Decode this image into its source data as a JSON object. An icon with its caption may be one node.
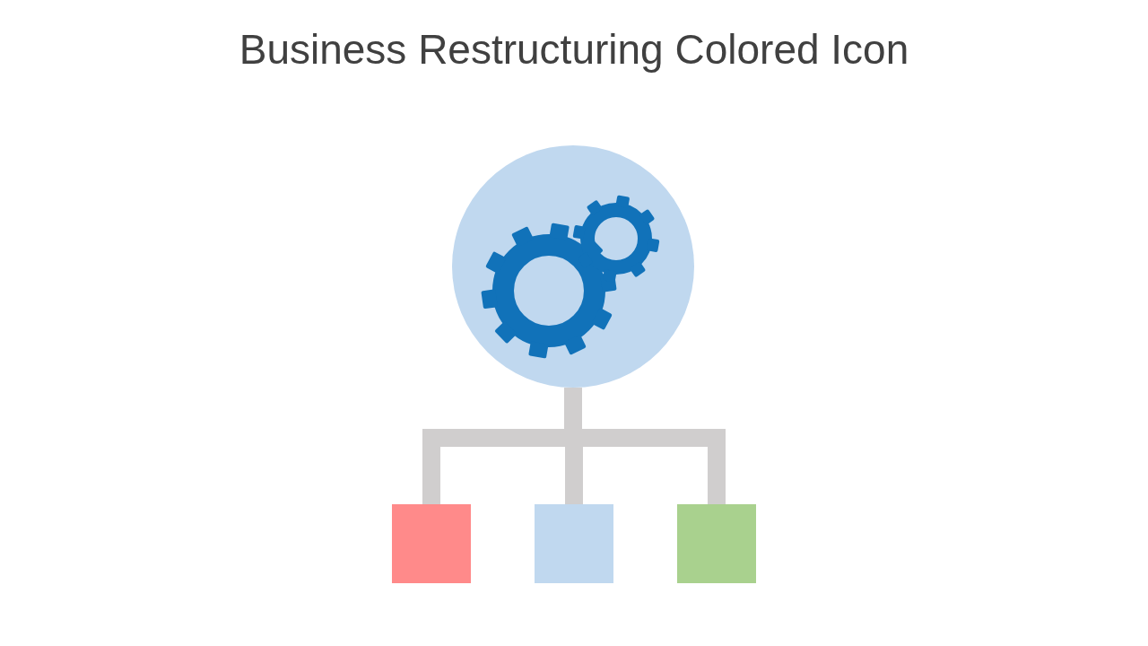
{
  "diagram": {
    "title": "Business Restructuring Colored Icon",
    "nodes": [
      {
        "text": [],
        "shape": "circle"
      },
      {
        "text": [],
        "shape": "box"
      },
      {
        "text": [],
        "shape": "box"
      },
      {
        "text": [],
        "shape": "box"
      }
    ],
    "edges": [
      {
        "from": 0,
        "to": 1,
        "arrow": "none"
      },
      {
        "from": 0,
        "to": 2,
        "arrow": "none"
      },
      {
        "from": 0,
        "to": 3,
        "arrow": "none"
      }
    ]
  }
}
